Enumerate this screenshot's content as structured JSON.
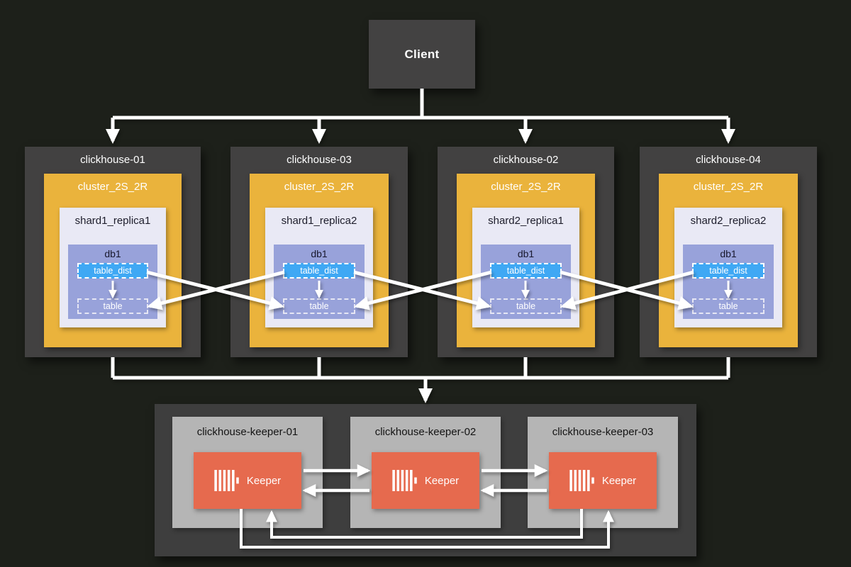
{
  "client": {
    "label": "Client"
  },
  "nodes": [
    {
      "name": "clickhouse-01",
      "cluster": "cluster_2S_2R",
      "replica": "shard1_replica1",
      "db": "db1",
      "table_dist": "table_dist",
      "table": "table"
    },
    {
      "name": "clickhouse-03",
      "cluster": "cluster_2S_2R",
      "replica": "shard1_replica2",
      "db": "db1",
      "table_dist": "table_dist",
      "table": "table"
    },
    {
      "name": "clickhouse-02",
      "cluster": "cluster_2S_2R",
      "replica": "shard2_replica1",
      "db": "db1",
      "table_dist": "table_dist",
      "table": "table"
    },
    {
      "name": "clickhouse-04",
      "cluster": "cluster_2S_2R",
      "replica": "shard2_replica2",
      "db": "db1",
      "table_dist": "table_dist",
      "table": "table"
    }
  ],
  "keepers": [
    {
      "name": "clickhouse-keeper-01",
      "label": "Keeper"
    },
    {
      "name": "clickhouse-keeper-02",
      "label": "Keeper"
    },
    {
      "name": "clickhouse-keeper-03",
      "label": "Keeper"
    }
  ],
  "colors": {
    "background": "#1d201a",
    "server_box": "#424141",
    "cluster_box": "#eab33c",
    "replica_box": "#e9e9f5",
    "database_box": "#98a2da",
    "table_dist_box": "#3fa8f4",
    "keeper_container": "#3e3e3e",
    "keeper_node_box": "#b5b5b5",
    "keeper_box": "#e66a4e",
    "arrow": "#ffffff"
  }
}
